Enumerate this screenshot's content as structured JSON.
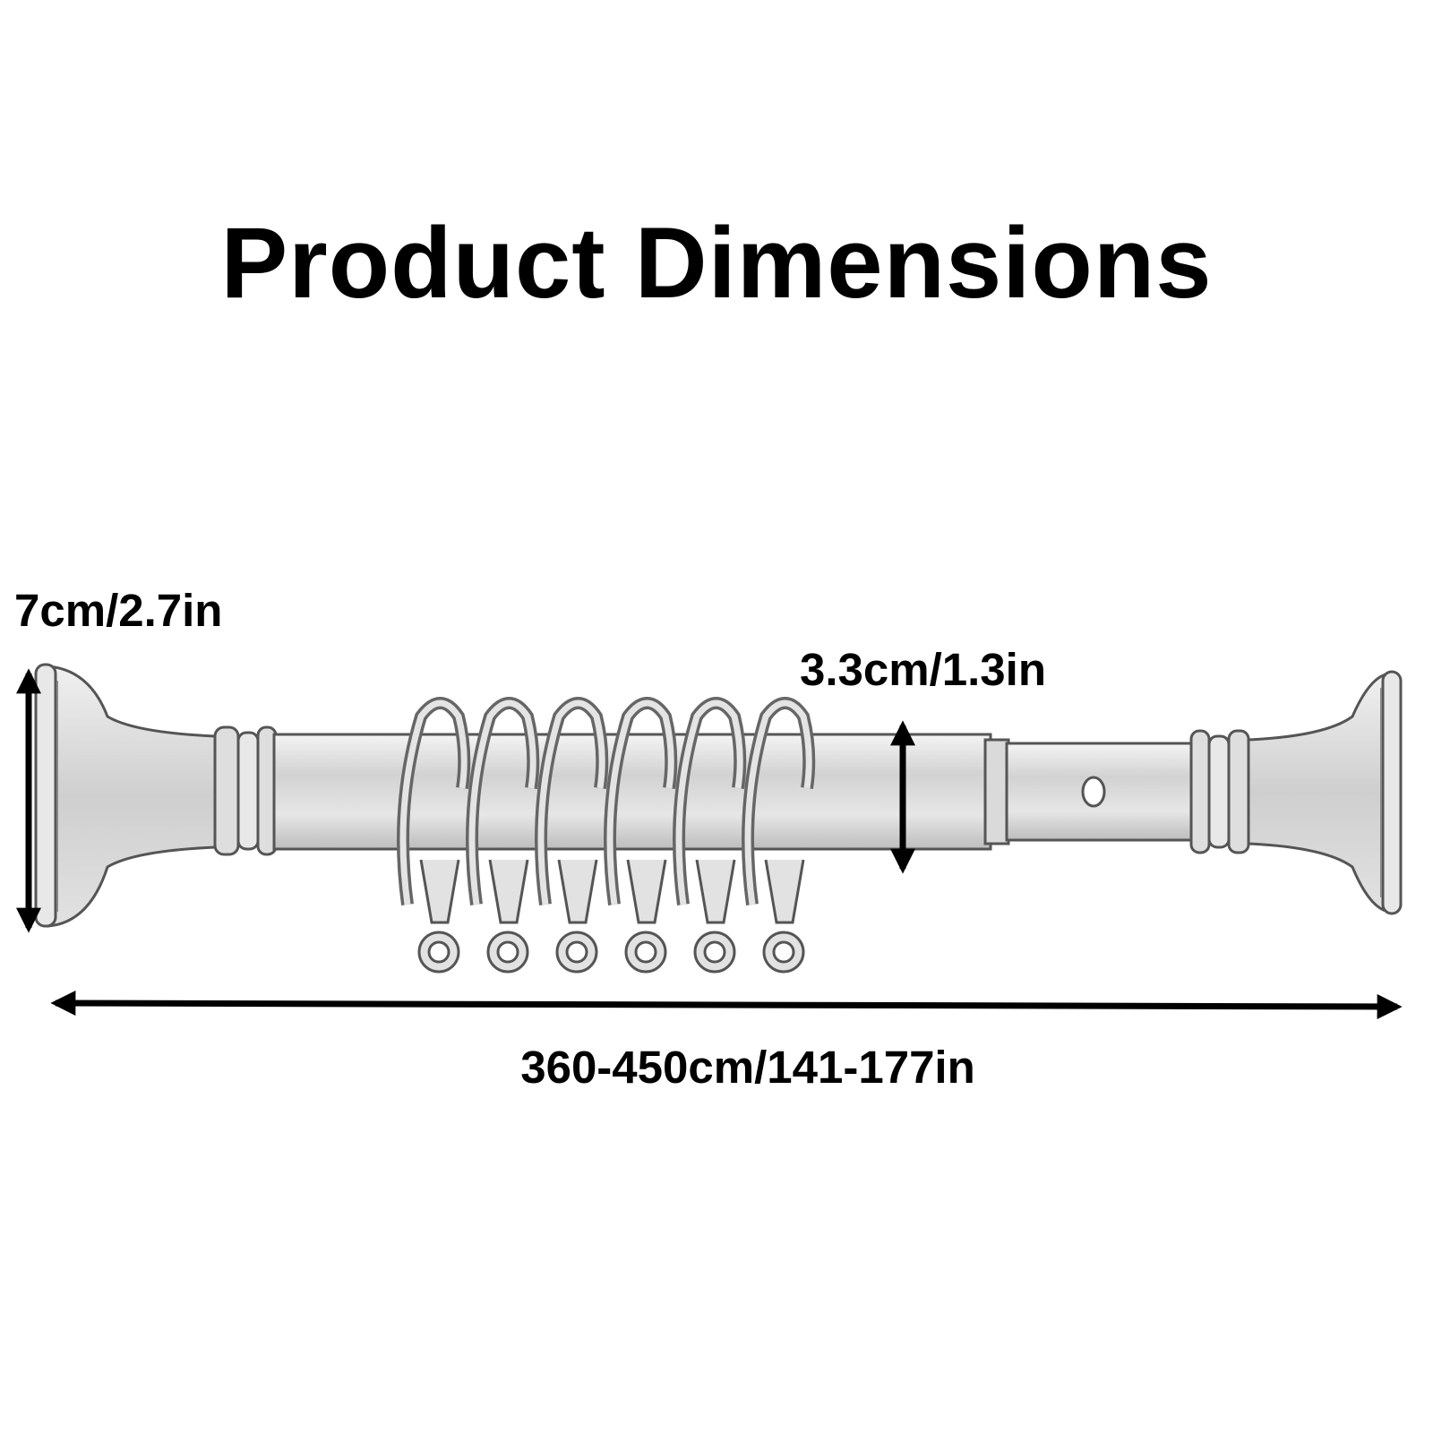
{
  "title": "Product Dimensions",
  "dimensions": {
    "end_height": "7cm/2.7in",
    "rod_diameter": "3.3cm/1.3in",
    "length": "360-450cm/141-177in"
  },
  "product": {
    "ring_count": 6
  },
  "colors": {
    "text": "#000000",
    "background": "#ffffff",
    "metal": "#d6d6d6",
    "outline": "#555555"
  }
}
